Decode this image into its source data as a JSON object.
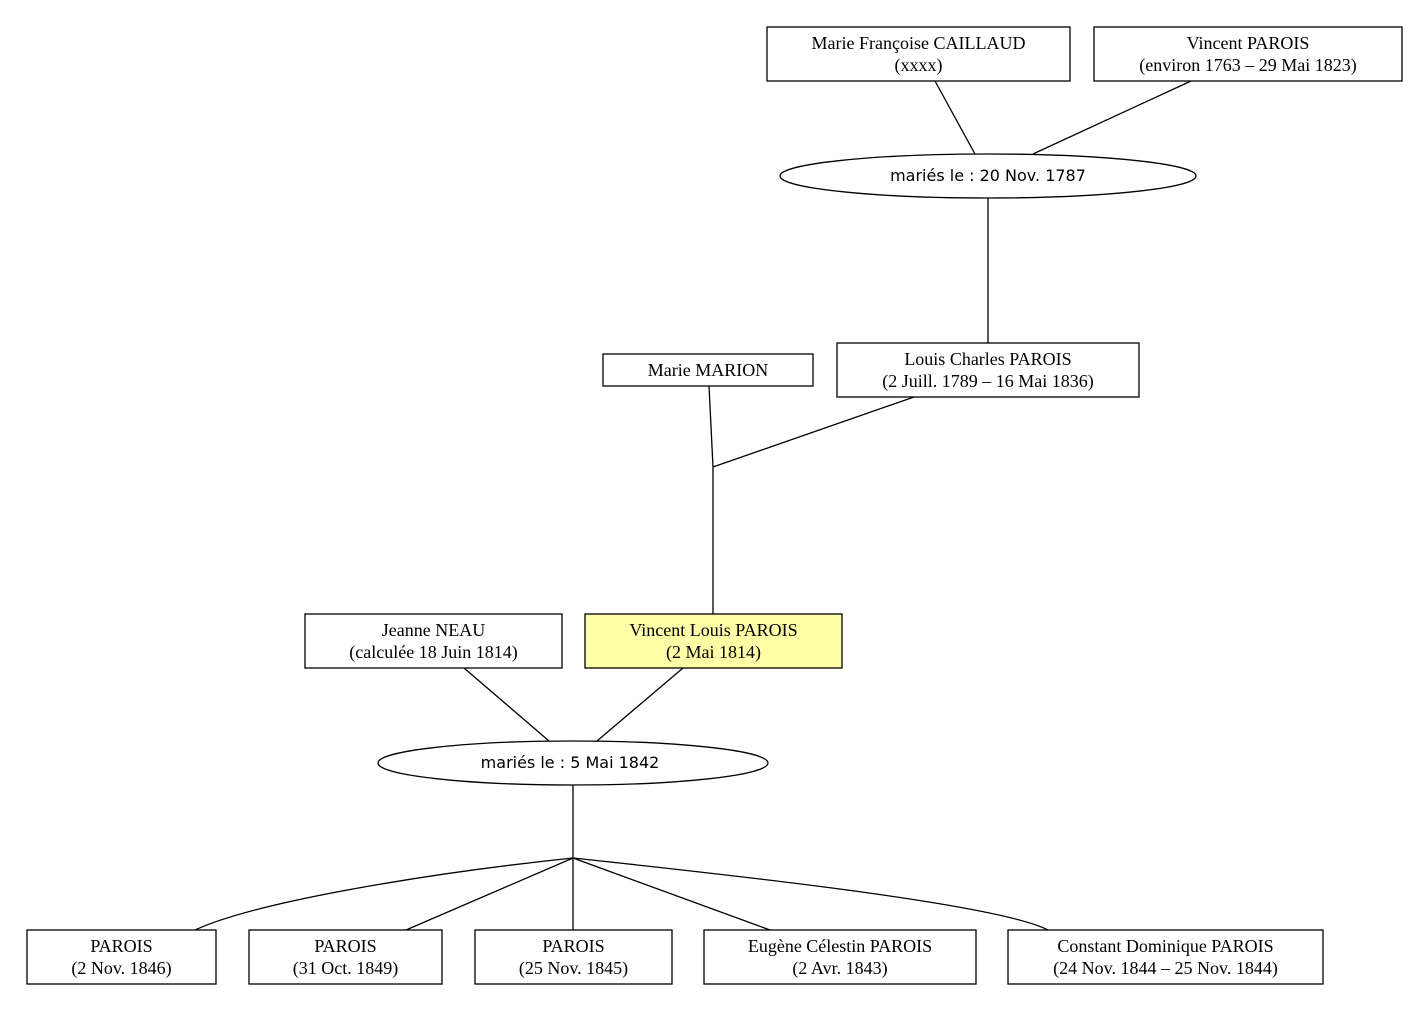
{
  "people": {
    "marie_francoise_caillaud": {
      "name": "Marie Françoise CAILLAUD",
      "dates": "(xxxx)"
    },
    "vincent_parois_sr": {
      "name": "Vincent PAROIS",
      "dates": "(environ 1763 – 29 Mai 1823)"
    },
    "marie_marion": {
      "name": "Marie MARION"
    },
    "louis_charles_parois": {
      "name": "Louis Charles PAROIS",
      "dates": "(2 Juill. 1789 – 16 Mai 1836)"
    },
    "jeanne_neau": {
      "name": "Jeanne NEAU",
      "dates": "(calculée 18 Juin 1814)"
    },
    "vincent_louis_parois": {
      "name": "Vincent Louis PAROIS",
      "dates": "(2 Mai 1814)",
      "highlight_color": "#ffffa8"
    },
    "child_1": {
      "name": "PAROIS",
      "dates": "(2 Nov. 1846)"
    },
    "child_2": {
      "name": "PAROIS",
      "dates": "(31 Oct. 1849)"
    },
    "child_3": {
      "name": "PAROIS",
      "dates": "(25 Nov. 1845)"
    },
    "child_4": {
      "name": "Eugène Célestin PAROIS",
      "dates": "(2 Avr. 1843)"
    },
    "child_5": {
      "name": "Constant Dominique PAROIS",
      "dates": "(24 Nov. 1844 – 25 Nov. 1844)"
    }
  },
  "marriages": {
    "m1787": {
      "label": "mariés le : 20 Nov. 1787"
    },
    "m1842": {
      "label": "mariés le : 5 Mai 1842"
    }
  }
}
